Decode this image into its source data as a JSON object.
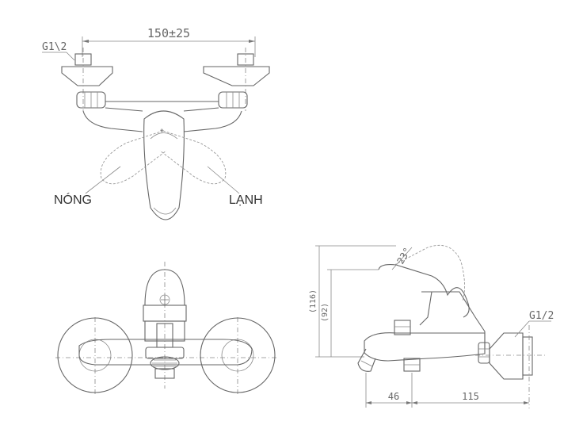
{
  "top_view": {
    "thread_label": "G1\\2",
    "spacing_label": "150±25",
    "hot_label": "NÓNG",
    "cold_label": "LẠNH"
  },
  "side_view": {
    "thread_label": "G1/2",
    "angle_label": "23°",
    "height_overall": "(116)",
    "height_outlet": "(92)",
    "depth_spout": "46",
    "depth_body": "115"
  }
}
